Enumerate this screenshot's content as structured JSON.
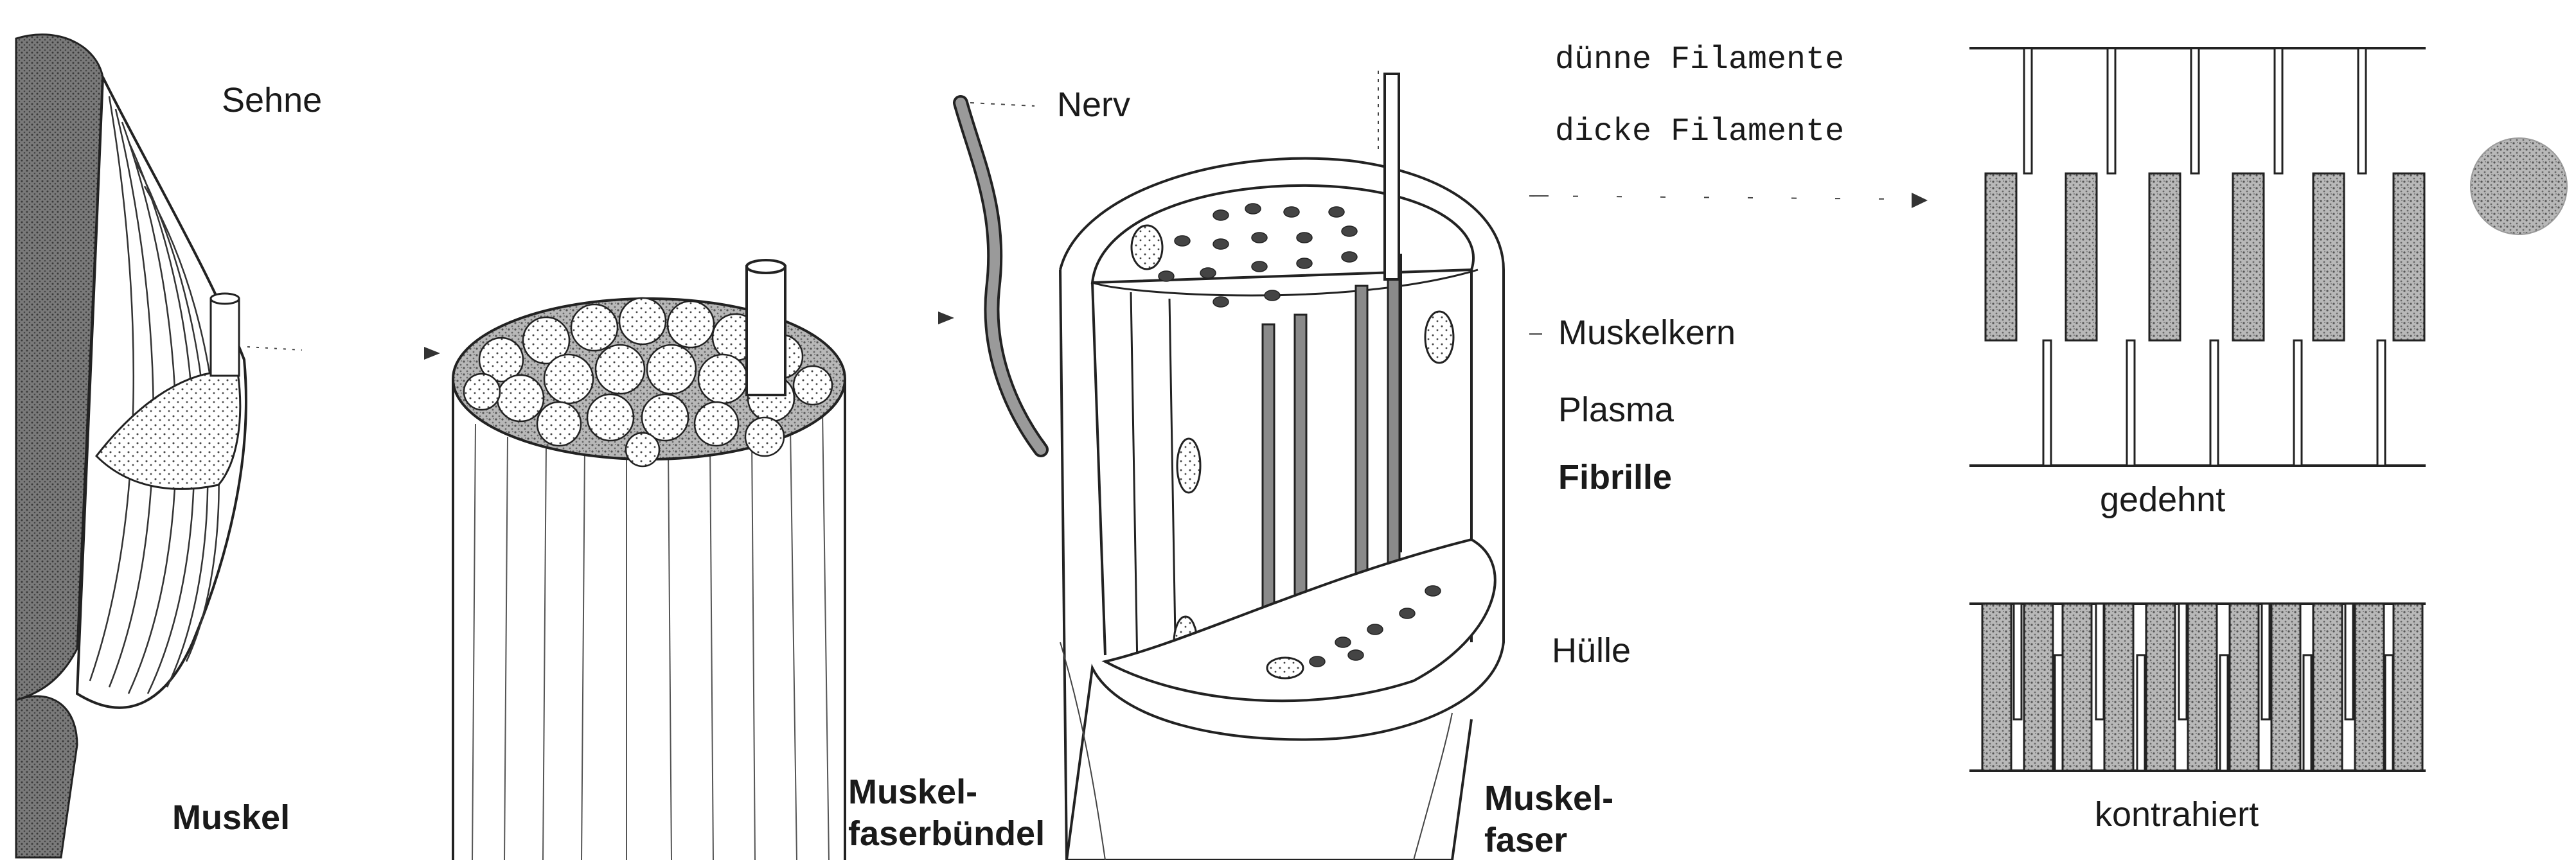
{
  "labels": {
    "sehne": "Sehne",
    "muskel": "Muskel",
    "muskelfaserbuendel_1": "Muskel-",
    "muskelfaserbuendel_2": "faserbündel",
    "nerv": "Nerv",
    "muskelfaser_1": "Muskel-",
    "muskelfaser_2": "faser",
    "muskelkern": "Muskelkern",
    "plasma": "Plasma",
    "fibrille": "Fibrille",
    "huelle": "Hülle",
    "duenne_filamente": "dünne Filamente",
    "dicke_filamente": "dicke Filamente",
    "gedehnt": "gedehnt",
    "kontrahiert": "kontrahiert"
  },
  "colors": {
    "ink": "#1a1a1a",
    "stipple": "#8c8c8c",
    "thick_filament": "#9a9a9a",
    "background": "#ffffff"
  }
}
